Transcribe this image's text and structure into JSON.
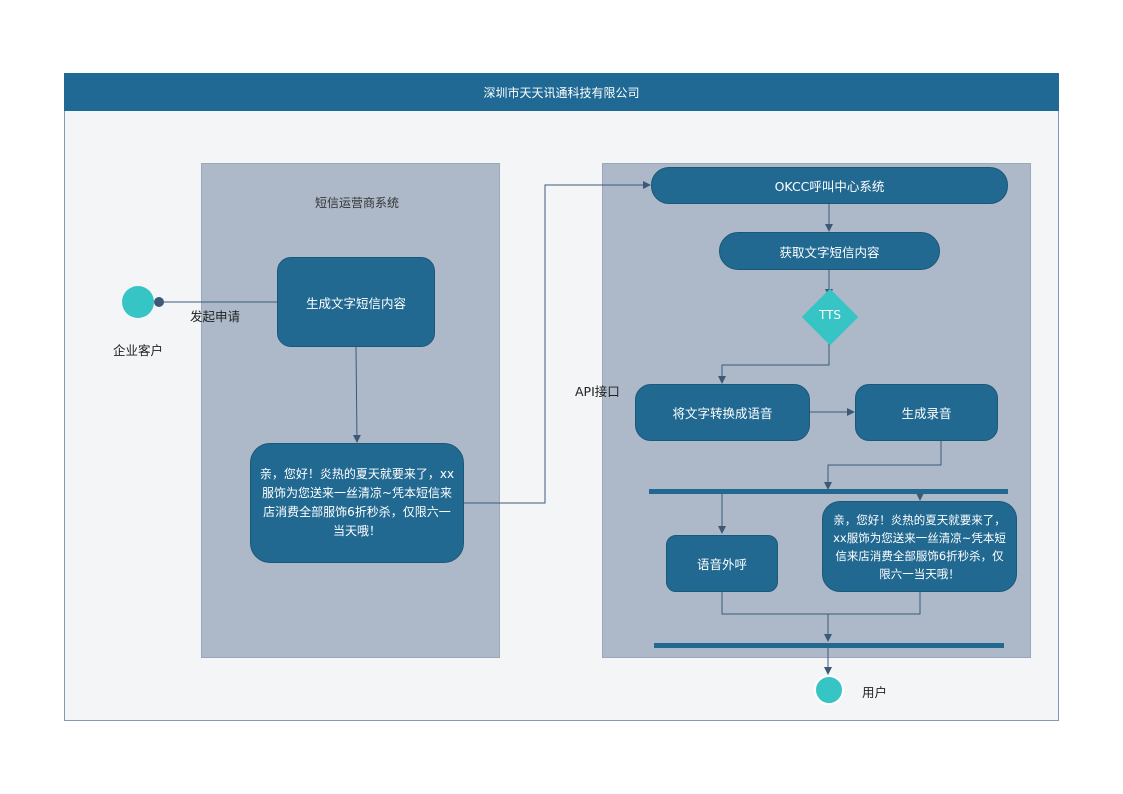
{
  "title": "深圳市天天讯通科技有限公司",
  "lanes": {
    "sms": "短信运营商系统"
  },
  "actors": {
    "start": "企业客户",
    "end": "用户"
  },
  "edge_labels": {
    "request": "发起申请",
    "api": "API接口"
  },
  "nodes": {
    "generate": "生成文字短信内容",
    "sms_text_left": "亲，您好！炎热的夏天就要来了，xx服饰为您送来一丝清凉~凭本短信来店消费全部服饰6折秒杀，仅限六一当天哦！",
    "okcc": "OKCC呼叫中心系统",
    "fetch": "获取文字短信内容",
    "tts": "TTS",
    "convert": "将文字转换成语音",
    "record": "生成录音",
    "call": "语音外呼",
    "sms_text_right": "亲，您好！炎热的夏天就要来了，xx服饰为您送来一丝清凉~凭本短信来店消费全部服饰6折秒杀，仅限六一当天哦！"
  },
  "colors": {
    "node_fill": "#226992",
    "header_fill": "#1f6994",
    "lane_fill": "#adb9c9",
    "accent": "#36c4c4"
  }
}
